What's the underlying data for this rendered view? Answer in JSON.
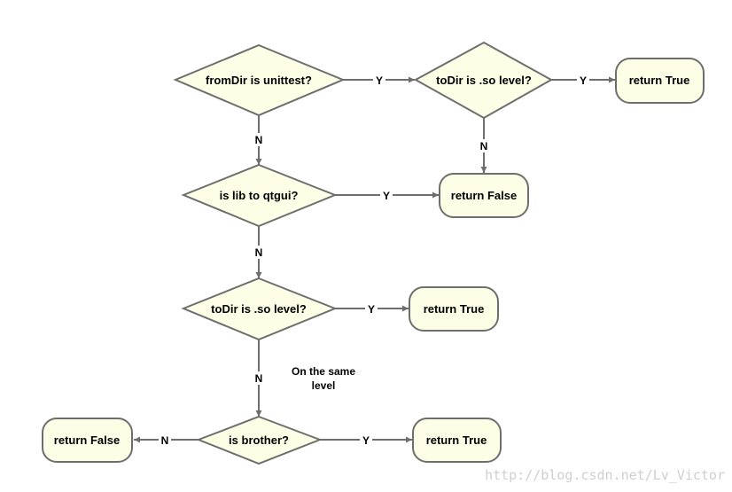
{
  "nodes": {
    "d1": {
      "kind": "decision",
      "label": "fromDir is unittest?"
    },
    "d2": {
      "kind": "decision",
      "label": "toDir is .so level?"
    },
    "r1": {
      "kind": "terminal",
      "label": "return True"
    },
    "d3": {
      "kind": "decision",
      "label": "is lib to qtgui?"
    },
    "r2": {
      "kind": "terminal",
      "label": "return False"
    },
    "d4": {
      "kind": "decision",
      "label": "toDir is .so level?"
    },
    "r3": {
      "kind": "terminal",
      "label": "return True"
    },
    "d5": {
      "kind": "decision",
      "label": "is brother?"
    },
    "r4": {
      "kind": "terminal",
      "label": "return False"
    },
    "r5": {
      "kind": "terminal",
      "label": "return True"
    }
  },
  "edges": {
    "e1": {
      "from": "d1",
      "to": "d2",
      "label": "Y"
    },
    "e2": {
      "from": "d2",
      "to": "r1",
      "label": "Y"
    },
    "e3": {
      "from": "d2",
      "to": "r2",
      "label": "N"
    },
    "e4": {
      "from": "d1",
      "to": "d3",
      "label": "N"
    },
    "e5": {
      "from": "d3",
      "to": "r2",
      "label": "Y"
    },
    "e6": {
      "from": "d3",
      "to": "d4",
      "label": "N"
    },
    "e7": {
      "from": "d4",
      "to": "r3",
      "label": "Y"
    },
    "e8": {
      "from": "d4",
      "to": "d5",
      "label": "N"
    },
    "e9": {
      "from": "d5",
      "to": "r4",
      "label": "N"
    },
    "e10": {
      "from": "d5",
      "to": "r5",
      "label": "Y"
    }
  },
  "annotation": {
    "line1": "On the same",
    "line2": "level"
  },
  "watermark": "http://blog.csdn.net/Lv_Victor",
  "colors": {
    "node_fill": "#fefee6",
    "stroke": "#6e6e6e",
    "text": "#000000",
    "watermark": "#cfcfcf"
  }
}
